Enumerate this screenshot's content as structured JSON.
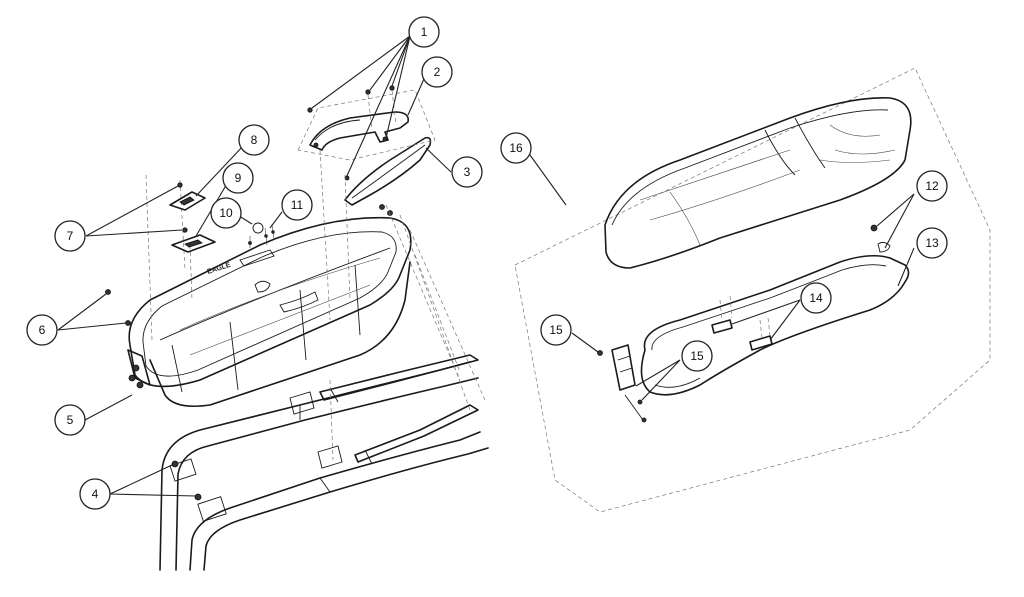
{
  "callouts": [
    {
      "id": "c1",
      "label": "1"
    },
    {
      "id": "c2",
      "label": "2"
    },
    {
      "id": "c3",
      "label": "3"
    },
    {
      "id": "c4",
      "label": "4"
    },
    {
      "id": "c5",
      "label": "5"
    },
    {
      "id": "c6",
      "label": "6"
    },
    {
      "id": "c7",
      "label": "7"
    },
    {
      "id": "c8",
      "label": "8"
    },
    {
      "id": "c9",
      "label": "9"
    },
    {
      "id": "c10",
      "label": "10"
    },
    {
      "id": "c11",
      "label": "11"
    },
    {
      "id": "c12",
      "label": "12"
    },
    {
      "id": "c13",
      "label": "13"
    },
    {
      "id": "c14",
      "label": "14"
    },
    {
      "id": "c15a",
      "label": "15"
    },
    {
      "id": "c15b",
      "label": "15"
    },
    {
      "id": "c16",
      "label": "16"
    }
  ],
  "storage_box_logo": "EAGLE"
}
